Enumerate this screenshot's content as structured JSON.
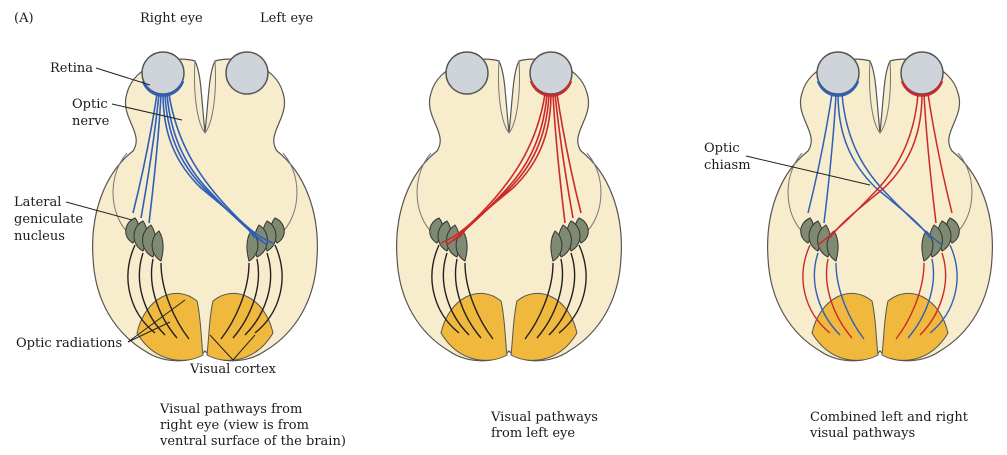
{
  "figure": {
    "panel_letter": "(A)",
    "top_labels": {
      "right_eye": "Right eye",
      "left_eye": "Left eye"
    },
    "labels": {
      "retina": "Retina",
      "optic_nerve_1": "Optic",
      "optic_nerve_2": "nerve",
      "lgn_1": "Lateral",
      "lgn_2": "geniculate",
      "lgn_3": "nucleus",
      "optic_radiations": "Optic radiations",
      "visual_cortex": "Visual cortex",
      "optic_chiasm_1": "Optic",
      "optic_chiasm_2": "chiasm"
    },
    "captions": {
      "panel1": [
        "Visual pathways from",
        "right eye (view is from",
        "ventral surface of the brain)"
      ],
      "panel2": [
        "Visual pathways",
        "from left eye"
      ],
      "panel3": [
        "Combined left and right",
        "visual pathways"
      ]
    },
    "colors": {
      "brain": "#f7eccb",
      "brain_outline": "#555555",
      "cortex": "#f0b93d",
      "eye": "#cfd3da",
      "lgn": "#7f8a72",
      "right_eye_pathway": "#2f5fb8",
      "left_eye_pathway": "#cc2a2a",
      "radiation": "#222222"
    }
  }
}
